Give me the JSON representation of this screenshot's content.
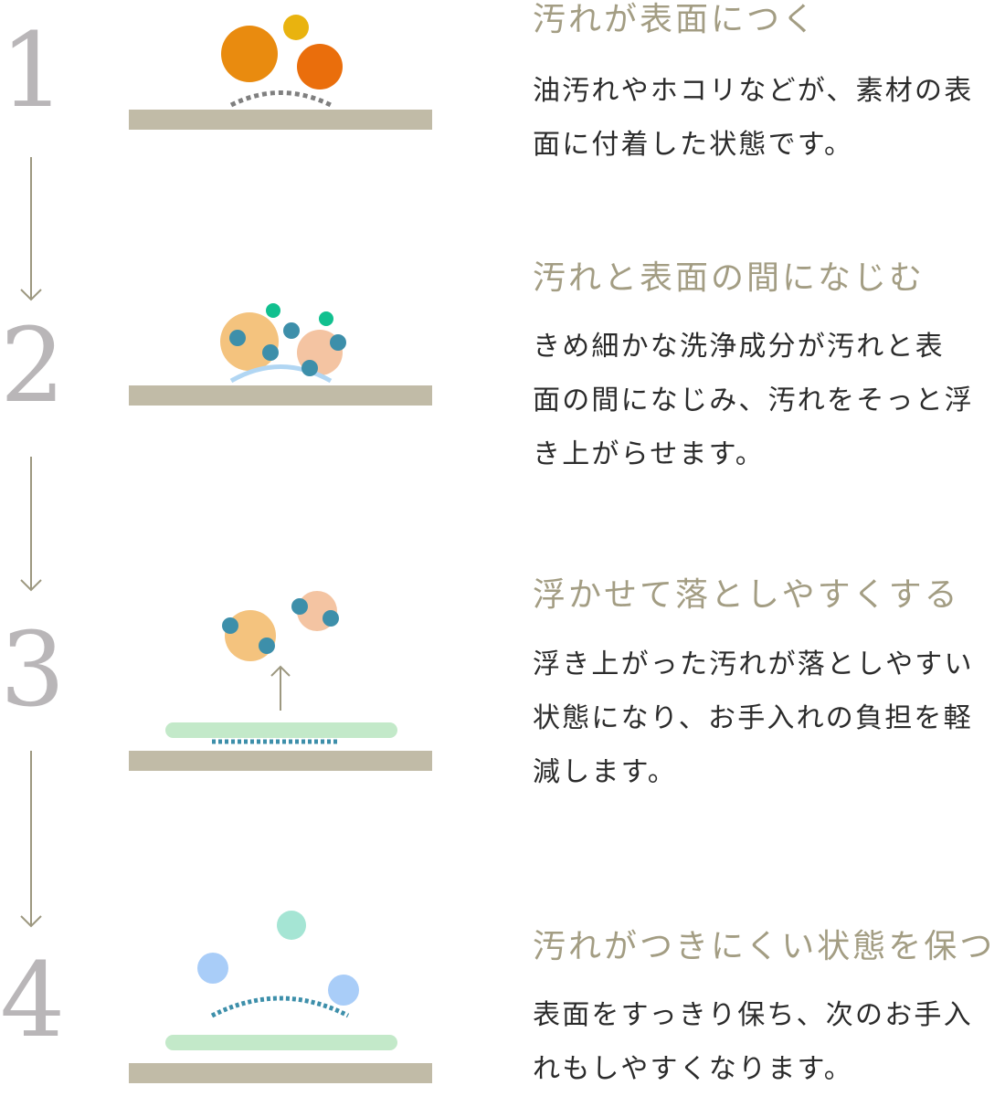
{
  "steps": [
    {
      "number": "1",
      "title": "汚れが表面につく",
      "description_lines": [
        "油汚れやホコリなどが、素材の表",
        "面に付着した状態です。"
      ]
    },
    {
      "number": "2",
      "title": "汚れと表面の間になじむ",
      "description_lines": [
        "きめ細かな洗浄成分が汚れと表",
        "面の間になじみ、汚れをそっと浮",
        "き上がらせます。"
      ]
    },
    {
      "number": "3",
      "title": "浮かせて落としやすくする",
      "description_lines": [
        "浮き上がった汚れが落としやすい",
        "状態になり、お手入れの負担を軽",
        "減します。"
      ]
    },
    {
      "number": "4",
      "title": "汚れがつきにくい状態を保つ",
      "description_lines": [
        "表面をすっきり保ち、次のお手入",
        "れもしやすくなります。"
      ]
    }
  ],
  "colors": {
    "number": "#b9b6b8",
    "arrow": "#9d9880",
    "title": "#a39d83",
    "text": "#2b2b2b",
    "surface": "#c1bba7",
    "dirt_orange": "#e98b0f",
    "dirt_orange_dark": "#ea6e0c",
    "dirt_yellow": "#e9b30f",
    "dirt_light_orange": "#f4c37e",
    "dirt_peach": "#f4c4a2",
    "particle_blue": "#3d8faa",
    "particle_green": "#11c08f",
    "film_blue": "#b1d6f3",
    "coating_green": "#c3e9c9",
    "dotted_gray": "#7f7f7f",
    "mint": "#a5e5d4",
    "light_blue": "#a9cdf8"
  }
}
